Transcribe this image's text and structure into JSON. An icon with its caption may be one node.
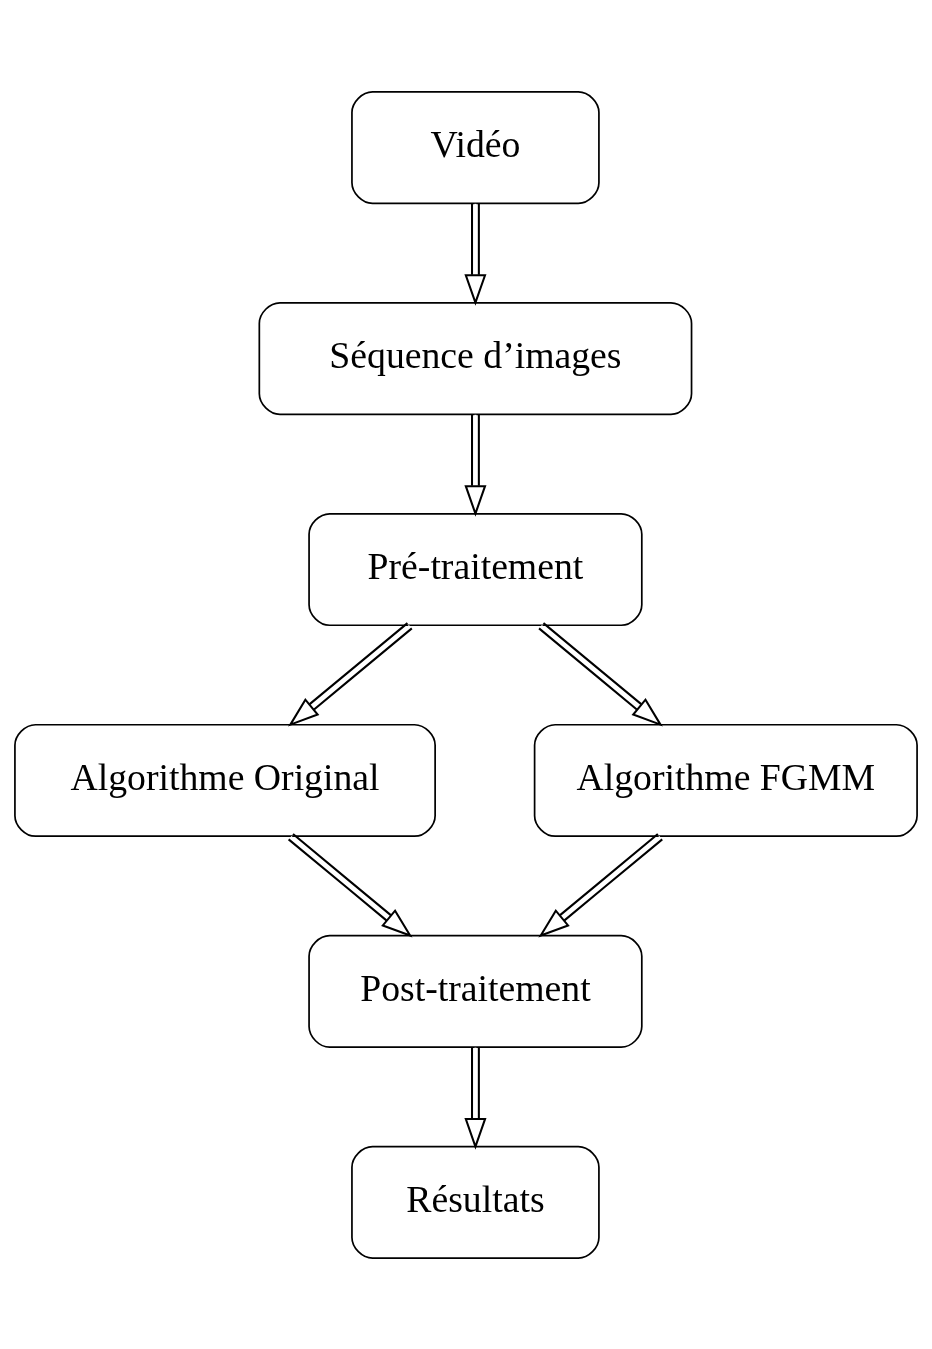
{
  "diagram": {
    "nodes": [
      {
        "text": [
          "Vidéo"
        ]
      },
      {
        "text": [
          "Séquence d’images"
        ]
      },
      {
        "text": [
          "Pré-traitement"
        ]
      },
      {
        "text": [
          "Algorithme Original"
        ]
      },
      {
        "text": [
          "Algorithme FGMM"
        ]
      },
      {
        "text": [
          "Post-traitement"
        ]
      },
      {
        "text": [
          "Résultats"
        ]
      }
    ],
    "edges": [
      {
        "from": 0,
        "to": 1,
        "arrow": "to"
      },
      {
        "from": 1,
        "to": 2,
        "arrow": "to"
      },
      {
        "from": 2,
        "to": 3,
        "arrow": "to"
      },
      {
        "from": 2,
        "to": 4,
        "arrow": "to"
      },
      {
        "from": 3,
        "to": 5,
        "arrow": "to"
      },
      {
        "from": 4,
        "to": 5,
        "arrow": "to"
      },
      {
        "from": 5,
        "to": 6,
        "arrow": "to"
      }
    ]
  }
}
